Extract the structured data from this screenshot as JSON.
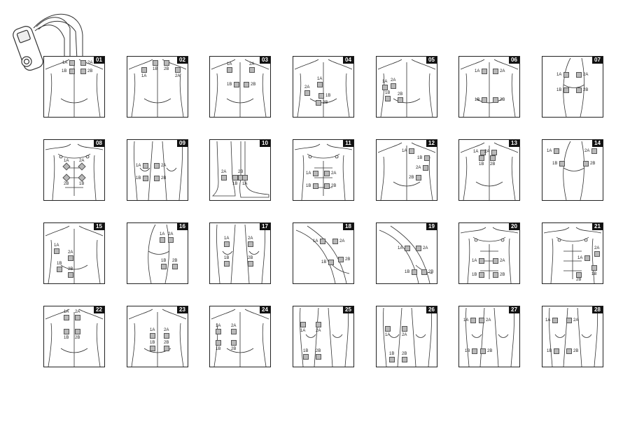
{
  "panels": [
    {
      "number": "01",
      "pads": [
        {
          "label": "1A"
        },
        {
          "label": "1B"
        },
        {
          "label": "2A"
        },
        {
          "label": "2B"
        }
      ]
    },
    {
      "number": "02",
      "pads": [
        {
          "label": "1A"
        },
        {
          "label": "1B"
        },
        {
          "label": "2B"
        },
        {
          "label": "2A"
        }
      ]
    },
    {
      "number": "03",
      "pads": [
        {
          "label": "1A"
        },
        {
          "label": "2A"
        },
        {
          "label": "1B"
        },
        {
          "label": "2B"
        }
      ]
    },
    {
      "number": "04",
      "pads": [
        {
          "label": "1A"
        },
        {
          "label": "2A"
        },
        {
          "label": "1B"
        },
        {
          "label": "2B"
        }
      ]
    },
    {
      "number": "05",
      "pads": [
        {
          "label": "1A"
        },
        {
          "label": "2A"
        },
        {
          "label": "1B"
        },
        {
          "label": "2B"
        }
      ]
    },
    {
      "number": "06",
      "pads": [
        {
          "label": "1A"
        },
        {
          "label": "2A"
        },
        {
          "label": "1B"
        },
        {
          "label": "2B"
        }
      ]
    },
    {
      "number": "07",
      "pads": [
        {
          "label": "1A"
        },
        {
          "label": "2A"
        },
        {
          "label": "1B"
        },
        {
          "label": "2B"
        }
      ]
    },
    {
      "number": "08",
      "pads": [
        {
          "label": "1A"
        },
        {
          "label": "2A"
        },
        {
          "label": "2B"
        },
        {
          "label": "1B"
        }
      ]
    },
    {
      "number": "09",
      "pads": [
        {
          "label": "1A"
        },
        {
          "label": "2A"
        },
        {
          "label": "1B"
        },
        {
          "label": "2B"
        }
      ]
    },
    {
      "number": "10",
      "pads": [
        {
          "label": "2A"
        },
        {
          "label": "2B"
        },
        {
          "label": "1B"
        },
        {
          "label": "1A"
        }
      ]
    },
    {
      "number": "11",
      "pads": [
        {
          "label": "1A"
        },
        {
          "label": "2A"
        },
        {
          "label": "1B"
        },
        {
          "label": "2B"
        }
      ]
    },
    {
      "number": "12",
      "pads": [
        {
          "label": "1A"
        },
        {
          "label": "1B"
        },
        {
          "label": "2A"
        },
        {
          "label": "2B"
        }
      ]
    },
    {
      "number": "13",
      "pads": [
        {
          "label": "1A"
        },
        {
          "label": "2A"
        },
        {
          "label": "1B"
        },
        {
          "label": "2B"
        }
      ]
    },
    {
      "number": "14",
      "pads": [
        {
          "label": "1A"
        },
        {
          "label": "2A"
        },
        {
          "label": "1B"
        },
        {
          "label": "2B"
        }
      ]
    },
    {
      "number": "15",
      "pads": [
        {
          "label": "1A"
        },
        {
          "label": "2A"
        },
        {
          "label": "1B"
        },
        {
          "label": "2B"
        }
      ]
    },
    {
      "number": "16",
      "pads": [
        {
          "label": "1A"
        },
        {
          "label": "2A"
        },
        {
          "label": "1B"
        },
        {
          "label": "2B"
        }
      ]
    },
    {
      "number": "17",
      "pads": [
        {
          "label": "1A"
        },
        {
          "label": "2A"
        },
        {
          "label": "1B"
        },
        {
          "label": "2B"
        }
      ]
    },
    {
      "number": "18",
      "pads": [
        {
          "label": "1A"
        },
        {
          "label": "2A"
        },
        {
          "label": "1B"
        },
        {
          "label": "2B"
        }
      ]
    },
    {
      "number": "19",
      "pads": [
        {
          "label": "1A"
        },
        {
          "label": "2A"
        },
        {
          "label": "1B"
        },
        {
          "label": "2B"
        }
      ]
    },
    {
      "number": "20",
      "pads": [
        {
          "label": "1A"
        },
        {
          "label": "2A"
        },
        {
          "label": "1B"
        },
        {
          "label": "2B"
        }
      ]
    },
    {
      "number": "21",
      "pads": [
        {
          "label": "2A"
        },
        {
          "label": "1A"
        },
        {
          "label": "1B"
        },
        {
          "label": "2B"
        }
      ]
    },
    {
      "number": "22",
      "pads": [
        {
          "label": "1A"
        },
        {
          "label": "2A"
        },
        {
          "label": "1B"
        },
        {
          "label": "2B"
        }
      ]
    },
    {
      "number": "23",
      "pads": [
        {
          "label": "1A"
        },
        {
          "label": "2A"
        },
        {
          "label": "1B"
        },
        {
          "label": "2B"
        }
      ]
    },
    {
      "number": "24",
      "pads": [
        {
          "label": "1A"
        },
        {
          "label": "2A"
        },
        {
          "label": "1B"
        },
        {
          "label": "2B"
        }
      ]
    },
    {
      "number": "25",
      "pads": [
        {
          "label": "1A"
        },
        {
          "label": "2A"
        },
        {
          "label": "1B"
        },
        {
          "label": "2B"
        }
      ]
    },
    {
      "number": "26",
      "pads": [
        {
          "label": "1A"
        },
        {
          "label": "2A"
        },
        {
          "label": "1B"
        },
        {
          "label": "2B"
        }
      ]
    },
    {
      "number": "27",
      "pads": [
        {
          "label": "1A"
        },
        {
          "label": "2A"
        },
        {
          "label": "1B"
        },
        {
          "label": "2B"
        }
      ]
    },
    {
      "number": "28",
      "pads": [
        {
          "label": "1A"
        },
        {
          "label": "2A"
        },
        {
          "label": "1B"
        },
        {
          "label": "2B"
        }
      ]
    }
  ],
  "colors": {
    "pad_fill": "#b9b9b9",
    "line": "#222222",
    "badge": "#111111"
  }
}
